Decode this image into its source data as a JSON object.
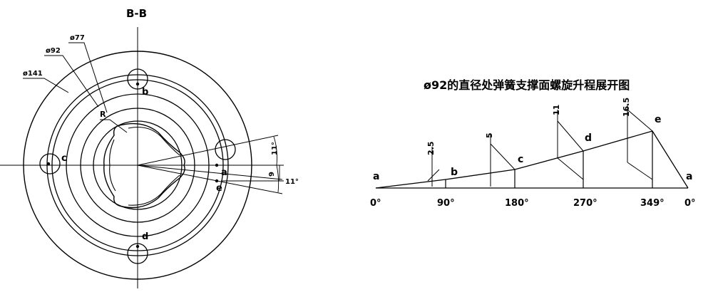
{
  "section_view": {
    "title": "B-B",
    "dim_labels": {
      "d141": "ø141",
      "d92": "ø92",
      "d77": "ø77",
      "radius": "R"
    },
    "point_labels": {
      "a": "a",
      "b": "b",
      "c": "c",
      "d": "d",
      "e": "e"
    },
    "angle_labels": {
      "upper": "11°",
      "lower": "11°",
      "offset": "9"
    }
  },
  "development": {
    "title": "ø92的直径处弹簧支撑面螺旋升程展开图",
    "axis_ticks": [
      "0°",
      "90°",
      "180°",
      "270°",
      "349°",
      "0°"
    ],
    "points": {
      "a_start": "a",
      "b": "b",
      "c": "c",
      "d": "d",
      "e": "e",
      "a_end": "a"
    },
    "rise_labels": [
      "2.5",
      "5",
      "11",
      "16.5"
    ]
  }
}
